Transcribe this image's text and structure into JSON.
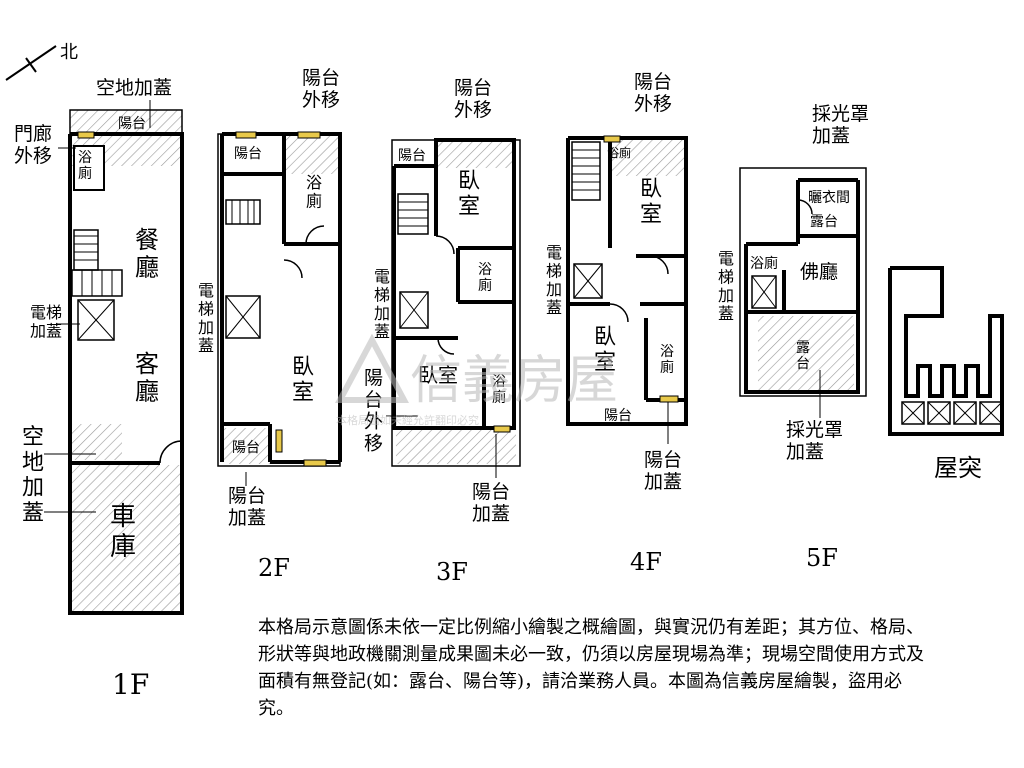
{
  "compass": {
    "label": "北"
  },
  "watermark": {
    "brand": "信義房屋",
    "fine": "本格局圖如未經允許翻印必究"
  },
  "floors": [
    {
      "id": "1F",
      "label": "1F",
      "rooms": {
        "dining": "餐\n廳",
        "living": "客\n廳",
        "garage": "車\n庫",
        "bath": "浴\n廁",
        "balcony": "陽台"
      },
      "callouts": {
        "top": "空地加蓋",
        "porch": "門廊\n外移",
        "elevator": "電梯\n加蓋",
        "side": "空\n地\n加\n蓋"
      }
    },
    {
      "id": "2F",
      "label": "2F",
      "rooms": {
        "bedroom": "臥\n室",
        "bath": "浴\n廁",
        "balcony_top": "陽台",
        "balcony_bottom": "陽台"
      },
      "callouts": {
        "top": "陽台\n外移",
        "elevator": "電\n梯\n加\n蓋",
        "bottom": "陽台\n加蓋"
      }
    },
    {
      "id": "3F",
      "label": "3F",
      "rooms": {
        "bedroom_top": "臥\n室",
        "bedroom_bottom": "臥室",
        "bath_top": "浴\n廁",
        "bath_bottom": "浴\n廁",
        "balcony": "陽台"
      },
      "callouts": {
        "top": "陽台\n外移",
        "elevator": "電\n梯\n加\n蓋",
        "mid": "陽\n台\n外\n移",
        "bottom": "陽台\n加蓋"
      }
    },
    {
      "id": "4F",
      "label": "4F",
      "rooms": {
        "bedroom_top": "臥\n室",
        "bedroom_bottom": "臥\n室",
        "bath_top": "浴廁",
        "bath_bottom": "浴\n廁",
        "balcony": "陽台"
      },
      "callouts": {
        "top": "陽台\n外移",
        "elevator": "電\n梯\n加\n蓋",
        "bottom": "陽台\n加蓋"
      }
    },
    {
      "id": "5F",
      "label": "5F",
      "rooms": {
        "laundry": "曬衣間",
        "terrace_small": "露台",
        "shrine": "佛廳",
        "bath": "浴廁",
        "terrace": "露\n台"
      },
      "callouts": {
        "top": "採光罩\n加蓋",
        "elevator": "電\n梯\n加\n蓋",
        "bottom": "採光罩\n加蓋"
      }
    },
    {
      "id": "roof",
      "label": "屋突",
      "rooms": {},
      "callouts": {}
    }
  ],
  "disclaimer": "本格局示意圖係未依一定比例縮小繪製之概繪圖，與實況仍有差距；其方位、格局、形狀等與地政機關測量成果圖未必一致，仍須以房屋現場為準；現場空間使用方式及面積有無登記(如：露台、陽台等)，請洽業務人員。本圖為信義房屋繪製，盜用必究。",
  "colors": {
    "window": "#e8c94a",
    "hatch": "#9a9a9a",
    "watermark": "#b8b8b8"
  }
}
